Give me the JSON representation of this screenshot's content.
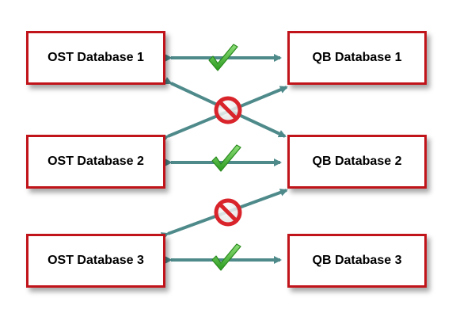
{
  "colors": {
    "box_border": "#c0141a",
    "arrow": "#4f8a8b",
    "check": "#3fb22a",
    "prohibited": "#d8242a"
  },
  "boxes": {
    "ost_1": "OST Database 1",
    "qb_1": "QB Database 1",
    "ost_2": "OST Database 2",
    "qb_2": "QB Database 2",
    "ost_3": "OST Database 3",
    "qb_3": "QB Database 3"
  },
  "connections": [
    {
      "from": "OST Database 1",
      "to": "QB Database 1",
      "status": "allowed",
      "icon": "check-icon"
    },
    {
      "from": "OST Database 2",
      "to": "QB Database 2",
      "status": "allowed",
      "icon": "check-icon"
    },
    {
      "from": "OST Database 3",
      "to": "QB Database 3",
      "status": "allowed",
      "icon": "check-icon"
    },
    {
      "from": "OST Database 1",
      "to": "QB Database 2",
      "status": "not-allowed",
      "icon": "prohibited-icon"
    },
    {
      "from": "OST Database 2",
      "to": "QB Database 1",
      "status": "not-allowed",
      "icon": "prohibited-icon"
    },
    {
      "from": "OST Database 3",
      "to": "QB Database 2",
      "status": "not-allowed",
      "icon": "prohibited-icon"
    }
  ]
}
